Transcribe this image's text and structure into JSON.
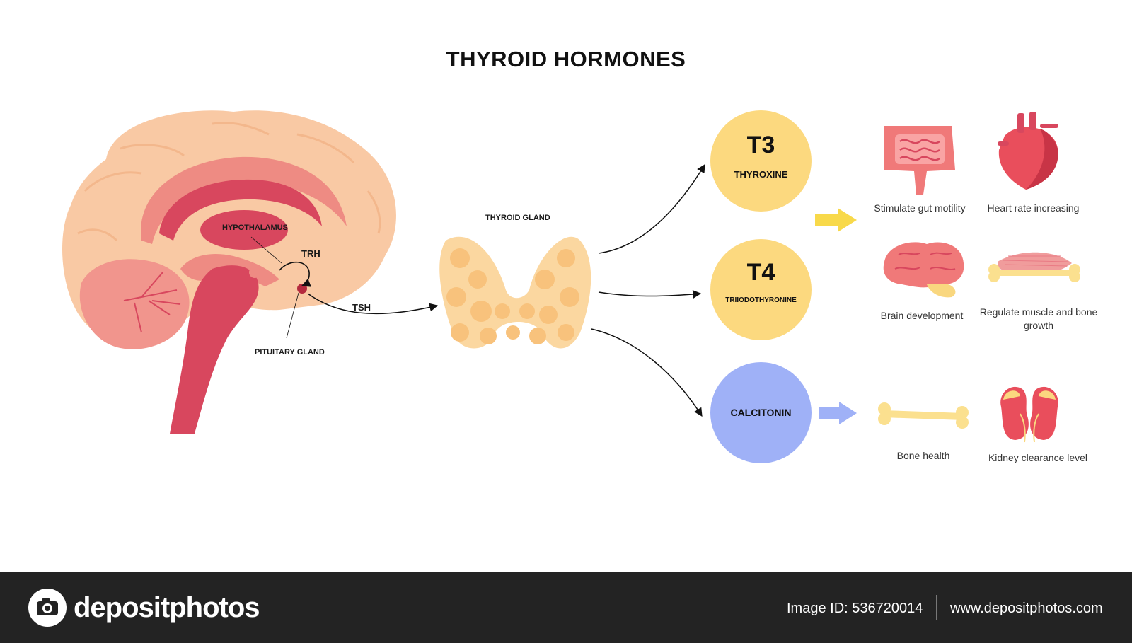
{
  "title": "THYROID HORMONES",
  "brain": {
    "hypothalamus_label": "HYPOTHALAMUS",
    "pituitary_label": "PITUITARY GLAND",
    "trh_label": "TRH",
    "tsh_label": "TSH"
  },
  "thyroid": {
    "label": "THYROID GLAND"
  },
  "hormones": [
    {
      "symbol": "T3",
      "name": "THYROXINE",
      "color": "#fcd97f"
    },
    {
      "symbol": "T4",
      "name": "TRIIODOTHYRONINE",
      "color": "#fcd97f"
    },
    {
      "symbol": "",
      "name": "CALCITONIN",
      "color": "#9fb1f7"
    }
  ],
  "arrow_colors": {
    "yellow": "#f8d94a",
    "blue": "#9fb1f7"
  },
  "effects": [
    {
      "label": "Stimulate gut motility",
      "icon": "intestine-icon"
    },
    {
      "label": "Heart rate increasing",
      "icon": "heart-icon"
    },
    {
      "label": "Brain development",
      "icon": "brain-icon"
    },
    {
      "label": "Regulate muscle and bone growth",
      "icon": "muscle-bone-icon"
    },
    {
      "label": "Bone health",
      "icon": "bone-icon"
    },
    {
      "label": "Kidney clearance level",
      "icon": "kidney-icon"
    }
  ],
  "footer": {
    "logo_text": "depositphotos",
    "image_id": "Image ID: 536720014",
    "url": "www.depositphotos.com"
  }
}
